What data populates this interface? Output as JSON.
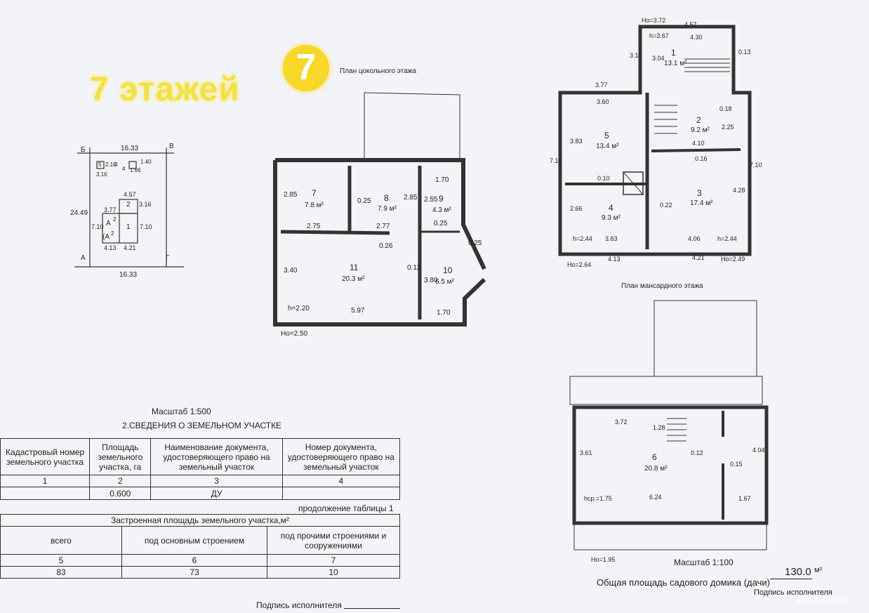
{
  "brand": {
    "text": "7 этажей",
    "logo_digit": "7",
    "color": "#f2e04a"
  },
  "titles": {
    "basement_plan": "План цокольного этажа",
    "attic_plan": "План мансардного этажа"
  },
  "scales": {
    "site": "Масштаб 1:500",
    "house": "Масштаб 1:100"
  },
  "site_plan": {
    "corners": [
      "Б",
      "В",
      "А",
      "Г"
    ],
    "top_width": "16.33",
    "bottom_width": "16.33",
    "left_length": "24.49",
    "small_labels": [
      "2.16",
      "1.40",
      "3.16",
      "1.66"
    ],
    "small_marks": [
      "5",
      "3",
      "4"
    ],
    "block": {
      "width_top": "4.57",
      "width_mid": "3.77",
      "height_right": "3.16",
      "left_side": "7.10",
      "right_side": "7.10",
      "bottom_left": "4.13",
      "bottom_right": "4.21",
      "label_1": "1",
      "label_2": "2",
      "label_a": "А",
      "label_a2": "(А",
      "fr_top": "2",
      "fr_bottom": "2"
    }
  },
  "basement": {
    "rooms": [
      {
        "no": "7",
        "area": "7.8 м²"
      },
      {
        "no": "8",
        "area": "7.9 м²"
      },
      {
        "no": "9",
        "area": "4.3 м²"
      },
      {
        "no": "11",
        "area": "20.3 м²"
      },
      {
        "no": "10",
        "area": "6.5 м²"
      }
    ],
    "dims": [
      "2.85",
      "0.25",
      "2.85",
      "1.70",
      "2.55",
      "2.75",
      "2.77",
      "0.25",
      "0.26",
      "0.25",
      "3.40",
      "0.12",
      "3.80",
      "5.97",
      "1.70"
    ],
    "h_label": "h=2.20",
    "ho_label": "Но=2.50"
  },
  "first_floor": {
    "rooms": [
      {
        "no": "1",
        "area": "13.1 м²"
      },
      {
        "no": "2",
        "area": "9.2 м²"
      },
      {
        "no": "5",
        "area": "13.4 м²"
      },
      {
        "no": "3",
        "area": "17.4 м²"
      },
      {
        "no": "4",
        "area": "9.3 м²"
      }
    ],
    "dims": [
      "Но=3.72",
      "4.57",
      "h=3.67",
      "4.30",
      "3.16",
      "3.04",
      "0.13",
      "3.77",
      "3.60",
      "0.18",
      "2.25",
      "3.83",
      "4.10",
      "0.16",
      "7.10",
      "7.10",
      "0.10",
      "4.28",
      "2.66",
      "0.22",
      "h=2.44",
      "3.63",
      "4.06",
      "h=2.44",
      "4.13",
      "4.21",
      "Но=2.64",
      "Но=2.49"
    ]
  },
  "attic": {
    "room": {
      "no": "6",
      "area": "20.8 м²"
    },
    "dims": [
      "3.72",
      "1.28",
      "3.61",
      "0.12",
      "4.04",
      "0.15",
      "hср.=1.75",
      "6.24",
      "1.67"
    ],
    "ho_label": "Но=1.95"
  },
  "land_section": {
    "title": "2.СВЕДЕНИЯ О ЗЕМЕЛЬНОМ УЧАСТКЕ",
    "headers": [
      "Кадастровый номер земельного участка",
      "Площадь земельного участка, га",
      "Наименование документа, удостоверяющего право на земельный участок",
      "Номер документа, удостоверяющего право на земельный участок"
    ],
    "numbers": [
      "1",
      "2",
      "3",
      "4"
    ],
    "values": [
      "",
      "0.600",
      "ДУ",
      ""
    ],
    "continuation": "продолжение таблицы 1"
  },
  "built_section": {
    "title": "Застроенная площадь земельного участка,м²",
    "headers": [
      "всего",
      "под основным строением",
      "под прочими строениями и сооружениями"
    ],
    "numbers": [
      "5",
      "6",
      "7"
    ],
    "values": [
      "83",
      "73",
      "10"
    ]
  },
  "total_area": {
    "label": "Общая площадь садового домика (дачи)",
    "value": "130.0",
    "unit": "м²"
  },
  "signatures": {
    "left": "Подпись исполнителя",
    "right": "Подпись исполнителя"
  },
  "watermark": "Domovita"
}
